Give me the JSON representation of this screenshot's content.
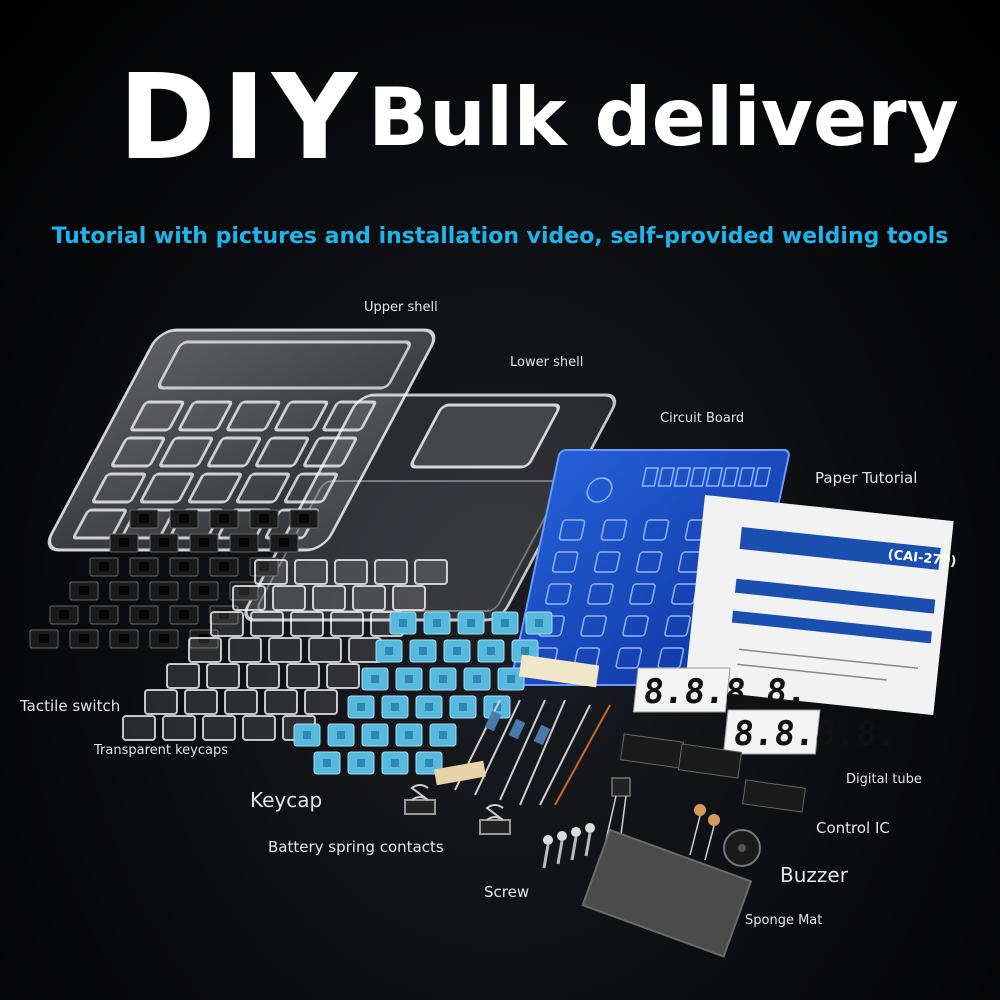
{
  "title": {
    "diy": "DIY",
    "rest": "Bulk delivery"
  },
  "subtitle": "Tutorial with pictures and installation video, self-provided welding tools",
  "colors": {
    "subtitle": "#1fb5ea",
    "board": "#1646b8",
    "keycap_blue": "#58b9de",
    "background": "#000000"
  },
  "labels": {
    "upper_shell": "Upper shell",
    "lower_shell": "Lower shell",
    "circuit_board": "Circuit Board",
    "paper_tutorial": "Paper Tutorial",
    "tactile_switch": "Tactile switch",
    "transparent_keycaps": "Transparent keycaps",
    "keycap": "Keycap",
    "battery_spring_contacts": "Battery spring contacts",
    "screw": "Screw",
    "digital_tube": "Digital tube",
    "control_ic": "Control IC",
    "buzzer": "Buzzer",
    "sponge_mat": "Sponge Mat"
  },
  "tutorial_cover": "(CAI-270)",
  "digital_tube_digits": "8.8.8.8."
}
